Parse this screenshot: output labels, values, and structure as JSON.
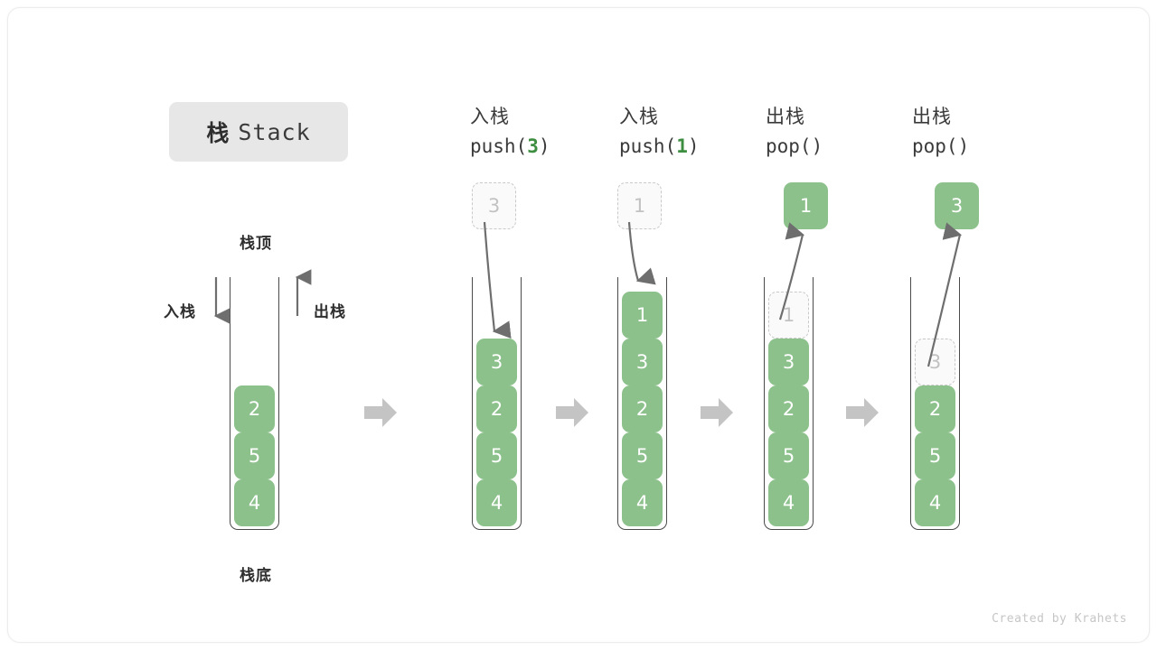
{
  "title": {
    "cn": "栈",
    "en": "Stack"
  },
  "labels": {
    "top": "栈顶",
    "bottom": "栈底",
    "push": "入栈",
    "pop": "出栈"
  },
  "footer": "Created by Krahets",
  "colors": {
    "element": "#8cc18c",
    "element_text": "#ffffff",
    "ghost_border": "#c9c9c9",
    "ghost_text": "#c2c2c2",
    "ghost_fill": "#fafafa",
    "tube_line": "#4a4a4a",
    "step_arrow": "#c4c4c4",
    "curve_arrow": "#6e6e6e",
    "badge_bg": "#e7e7e7",
    "accent_number": "#3e8e41",
    "text": "#3a3a3a",
    "footer_text": "#c6c6c6"
  },
  "step_arrow_glyph": "block-right-arrow",
  "columns": [
    {
      "id": "initial",
      "head_cn": "",
      "head_code_pre": "",
      "head_code_num": "",
      "head_code_post": "",
      "stack": [
        "4",
        "5",
        "2"
      ],
      "ghost_in_stack": null,
      "float_box": null,
      "float_box_kind": null
    },
    {
      "id": "push3",
      "head_cn": "入栈",
      "head_code_pre": "push(",
      "head_code_num": "3",
      "head_code_post": ")",
      "stack": [
        "4",
        "5",
        "2",
        "3"
      ],
      "ghost_in_stack": null,
      "float_box": "3",
      "float_box_kind": "ghost"
    },
    {
      "id": "push1",
      "head_cn": "入栈",
      "head_code_pre": "push(",
      "head_code_num": "1",
      "head_code_post": ")",
      "stack": [
        "4",
        "5",
        "2",
        "3",
        "1"
      ],
      "ghost_in_stack": null,
      "float_box": "1",
      "float_box_kind": "ghost"
    },
    {
      "id": "pop1",
      "head_cn": "出栈",
      "head_code_pre": "pop(",
      "head_code_num": "",
      "head_code_post": ")",
      "stack": [
        "4",
        "5",
        "2",
        "3"
      ],
      "ghost_in_stack": "1",
      "float_box": "1",
      "float_box_kind": "filled"
    },
    {
      "id": "pop2",
      "head_cn": "出栈",
      "head_code_pre": "pop(",
      "head_code_num": "",
      "head_code_post": ")",
      "stack": [
        "4",
        "5",
        "2"
      ],
      "ghost_in_stack": "3",
      "float_box": "3",
      "float_box_kind": "filled"
    }
  ]
}
